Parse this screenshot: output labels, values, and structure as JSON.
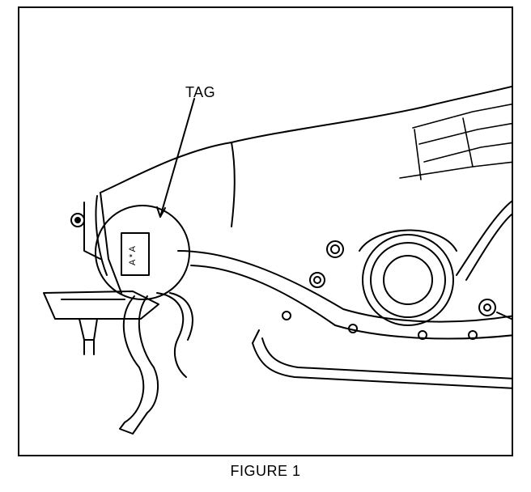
{
  "callout": {
    "tag_label": "TAG",
    "tag_text": "A * A"
  },
  "caption": {
    "text": "FIGURE 1"
  },
  "colors": {
    "ink": "#000000",
    "paper": "#ffffff"
  }
}
